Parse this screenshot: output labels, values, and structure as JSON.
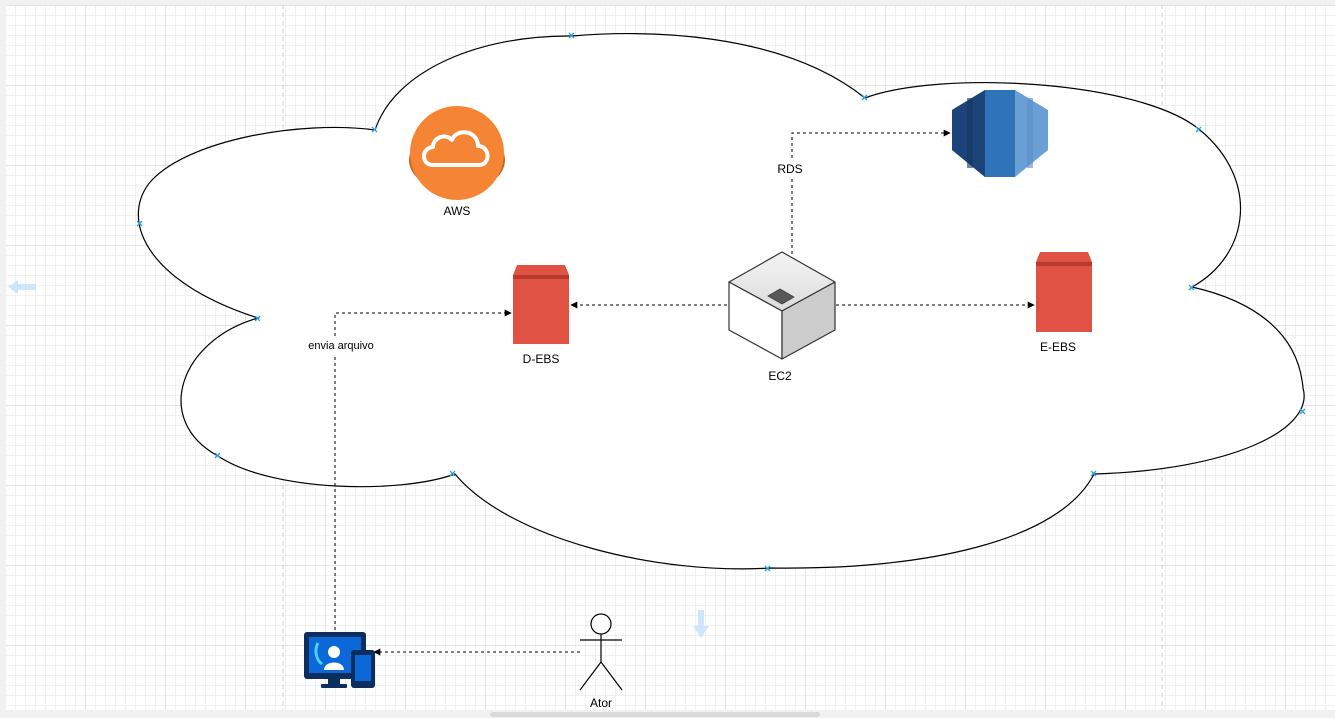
{
  "diagram": {
    "cloud_label": "AWS",
    "nodes": {
      "ec2": "EC2",
      "d_ebs": "D-EBS",
      "e_ebs": "E-EBS",
      "actor": "Ator"
    },
    "edges": {
      "upload": "envia arquivo",
      "rds": "RDS"
    }
  },
  "colors": {
    "aws_orange": "#F58534",
    "ebs_red": "#E05243",
    "ebs_dark": "#B8392F",
    "rds_blue": "#2E73B8",
    "device_blue": "#0a68d8",
    "device_navy": "#0b2e5f",
    "selection_marker": "#29a1e6",
    "grid_line": "#e3e3e3"
  },
  "icons": [
    "aws-cloud-icon",
    "rds-database-icon",
    "ec2-instance-icon",
    "ebs-volume-icon",
    "actor-icon",
    "user-devices-icon"
  ]
}
